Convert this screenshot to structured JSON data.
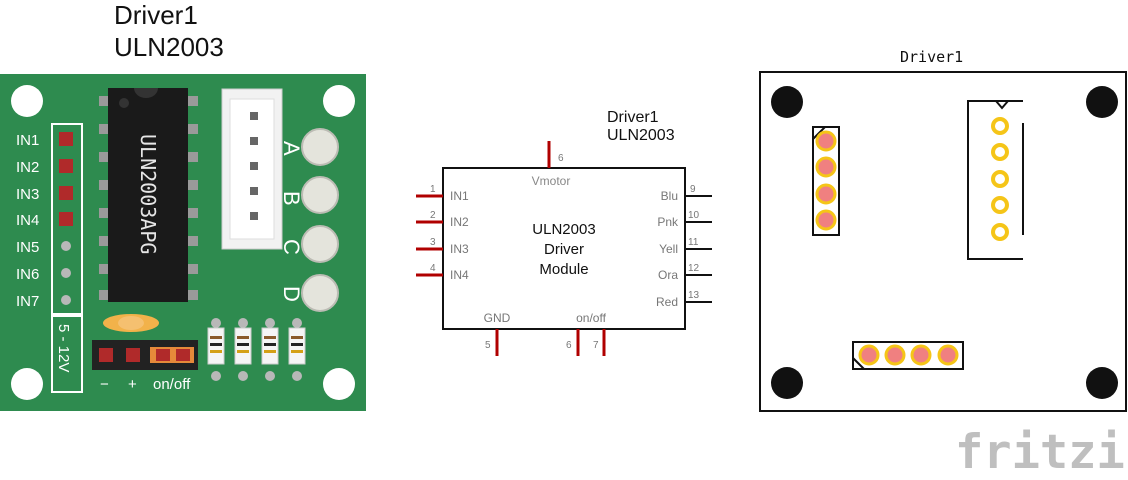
{
  "breadboard": {
    "title_line1": "Driver1",
    "title_line2": "ULN2003",
    "chip_marking": "ULN2003APG",
    "connector_labels": [
      "A",
      "B",
      "C",
      "D"
    ],
    "input_labels": [
      "IN1",
      "IN2",
      "IN3",
      "IN4",
      "IN5",
      "IN6",
      "IN7"
    ],
    "voltage_label": "5 - 12V",
    "minus_label": "−",
    "plus_label": "+",
    "switch_label": "on/off",
    "board_color": "#2e8b4f"
  },
  "schematic": {
    "title_line1": "Driver1",
    "title_line2": "ULN2003",
    "body_line1": "ULN2003",
    "body_line2": "Driver",
    "body_line3": "Module",
    "top_pin": {
      "num": "6",
      "label": "Vmotor"
    },
    "left_pins": [
      {
        "num": "1",
        "label": "IN1"
      },
      {
        "num": "2",
        "label": "IN2"
      },
      {
        "num": "3",
        "label": "IN3"
      },
      {
        "num": "4",
        "label": "IN4"
      }
    ],
    "right_pins": [
      {
        "num": "9",
        "label": "Blu"
      },
      {
        "num": "10",
        "label": "Pnk"
      },
      {
        "num": "11",
        "label": "Yell"
      },
      {
        "num": "12",
        "label": "Ora"
      },
      {
        "num": "13",
        "label": "Red"
      }
    ],
    "bottom_labels": {
      "gnd": "GND",
      "onoff": "on/off"
    },
    "bottom_pins": [
      "5",
      "6",
      "7"
    ],
    "pin_color": "#b00000"
  },
  "pcb": {
    "title": "Driver1",
    "pad_color": "#f08080",
    "ring_color": "#f5c518"
  },
  "brand": {
    "name": "fritzing",
    "color": "#bfbfbf"
  }
}
